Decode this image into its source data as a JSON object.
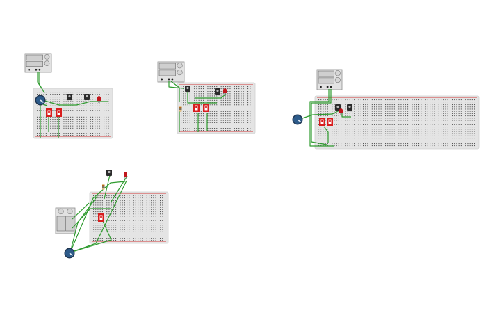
{
  "canvas": {
    "background": "#ffffff"
  },
  "colors": {
    "breadboard": "#e4e4e4",
    "breadboard_edge": "#cfcfcf",
    "hole": "#555555",
    "rail_red": "#d33a3a",
    "rail_blue": "#3a5fc8",
    "wire": "#2e9b2e",
    "switch_body": "#d81e1e",
    "sensor_body": "#2b2b2b",
    "led": "#c0161c",
    "pot_knob": "#2d5b8a",
    "pot_ring": "#1f3550",
    "psu_body": "#e2e2e2",
    "psu_edge": "#8c8c8c"
  },
  "circuits": [
    {
      "id": "circuit-1",
      "parts": [
        "power-supply-icon",
        "potentiometer-icon",
        "sensor-icon",
        "sensor-icon",
        "led-icon",
        "dip-switch-icon",
        "dip-switch-icon"
      ]
    },
    {
      "id": "circuit-2",
      "parts": [
        "power-supply-icon",
        "sensor-icon",
        "sensor-icon",
        "led-icon",
        "resistor-icon",
        "dip-switch-icon",
        "dip-switch-icon"
      ]
    },
    {
      "id": "circuit-3",
      "parts": [
        "power-supply-icon",
        "potentiometer-icon",
        "sensor-icon",
        "sensor-icon",
        "led-icon",
        "dip-switch-icon"
      ]
    },
    {
      "id": "circuit-4",
      "parts": [
        "power-supply-icon",
        "potentiometer-icon",
        "sensor-icon",
        "led-icon",
        "resistor-icon",
        "dip-switch-icon"
      ]
    }
  ]
}
